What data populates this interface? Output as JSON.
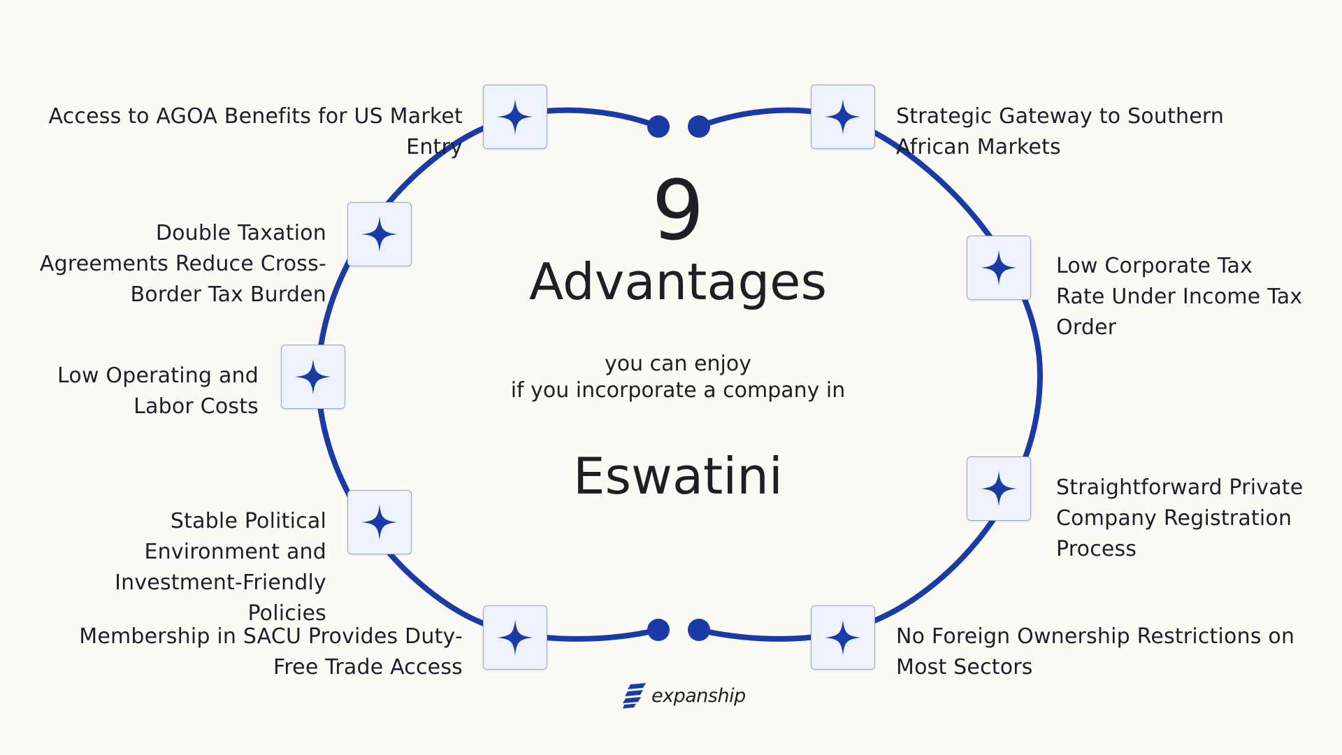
{
  "colors": {
    "background": "#fcfaf4",
    "accent": "#1a3aa6",
    "node_fill": "#eef2fb",
    "text": "#1c1f2b"
  },
  "node_icon": "four-point-star-icon",
  "center": {
    "count": "9",
    "heading": "Advantages",
    "subtitle_line1": "you can enjoy",
    "subtitle_line2": "if you incorporate a company in",
    "country": "Eswatini"
  },
  "advantages": [
    {
      "lines": [
        "Access to AGOA Benefits for US Market",
        "Entry"
      ]
    },
    {
      "lines": [
        "Strategic Gateway to Southern",
        "African Markets"
      ]
    },
    {
      "lines": [
        "Double Taxation",
        "Agreements Reduce Cross-",
        "Border Tax Burden"
      ]
    },
    {
      "lines": [
        "Low Corporate Tax",
        "Rate Under Income Tax",
        "Order"
      ]
    },
    {
      "lines": [
        "Low Operating and",
        "Labor Costs"
      ]
    },
    {
      "lines": [
        "Straightforward Private",
        "Company Registration",
        "Process"
      ]
    },
    {
      "lines": [
        "Stable Political",
        "Environment and",
        "Investment-Friendly",
        "Policies"
      ]
    },
    {
      "lines": [
        "Membership in SACU Provides Duty-",
        "Free Trade Access"
      ]
    },
    {
      "lines": [
        "No Foreign Ownership Restrictions on",
        "Most Sectors"
      ]
    }
  ],
  "brand": {
    "name": "expanship",
    "logo_icon": "expanship-logo-icon"
  }
}
